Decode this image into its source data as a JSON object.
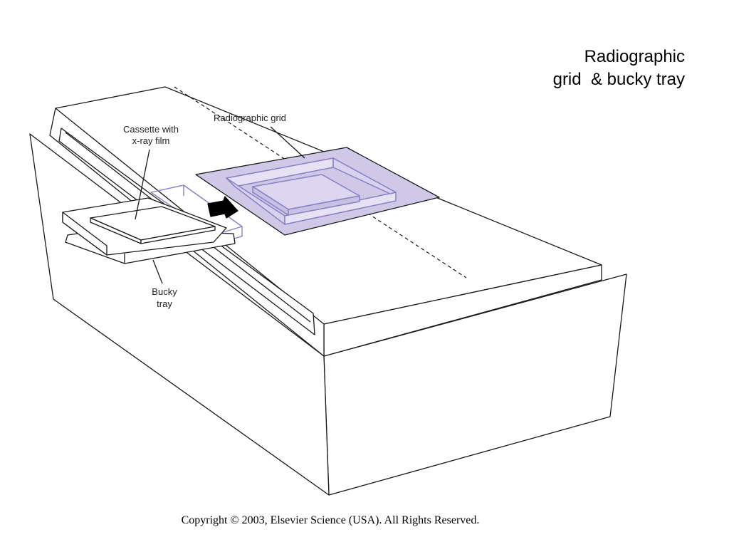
{
  "slide": {
    "title_line1": "Radiographic",
    "title_line2": "grid  & bucky tray",
    "copyright": "Copyright © 2003, Elsevier Science (USA). All Rights Reserved."
  },
  "diagram": {
    "labels": {
      "radiographic_grid": "Radiographic grid",
      "cassette_line1": "Cassette with",
      "cassette_line2": "x-ray film",
      "bucky_line1": "Bucky",
      "bucky_line2": "tray"
    },
    "colors": {
      "grid_fill": "#cfc8e6",
      "grid_outline": "#8a7fc4",
      "line": "#1a1a1a"
    }
  }
}
